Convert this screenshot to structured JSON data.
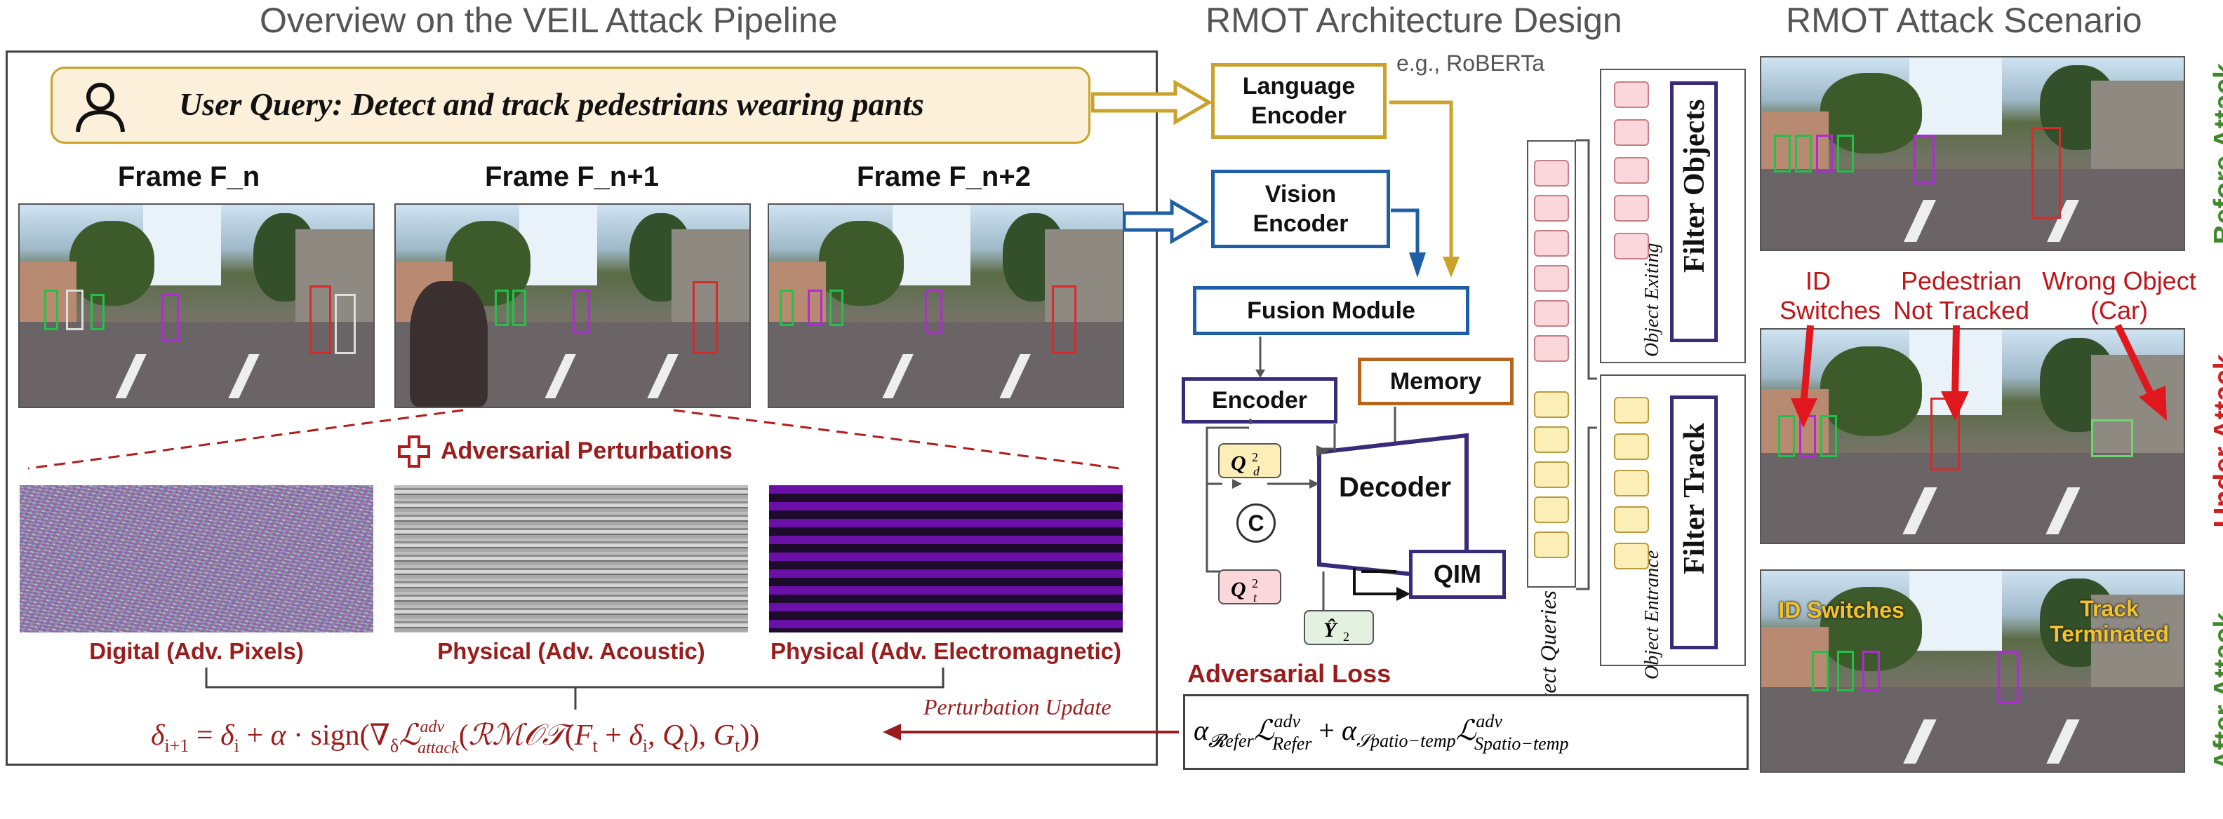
{
  "titles": {
    "overview": "Overview on the VEIL Attack Pipeline",
    "architecture": "RMOT Architecture Design",
    "scenario": "RMOT Attack Scenario"
  },
  "query": {
    "text": "User Query: Detect and track pedestrians wearing pants"
  },
  "frames": [
    {
      "label": "Frame F_n"
    },
    {
      "label": "Frame F_n+1"
    },
    {
      "label": "Frame F_n+2"
    }
  ],
  "perturbation_heading": "Adversarial Perturbations",
  "perturbations": [
    {
      "label": "Digital (Adv. Pixels)"
    },
    {
      "label": "Physical (Adv. Acoustic)"
    },
    {
      "label": "Physical (Adv. Electromagnetic)"
    }
  ],
  "update_label": "Perturbation Update",
  "loss_heading": "Adversarial Loss",
  "architecture": {
    "example_note": "e.g., RoBERTa",
    "language_encoder": "Language Encoder",
    "vision_encoder": "Vision Encoder",
    "fusion_module": "Fusion Module",
    "encoder": "Encoder",
    "memory": "Memory",
    "decoder": "Decoder",
    "qim": "QIM",
    "concat": "C",
    "detect_queries": "Detect Queries",
    "object_exiting": "Object Exiting",
    "object_entrance": "Object Entrance",
    "filter_objects": "Filter Objects",
    "filter_track": "Filter Track"
  },
  "scenario": {
    "before": "Before Attack",
    "under": "Under Attack",
    "after": "After Attack",
    "id_switches": "ID Switches",
    "not_tracked": "Pedestrian Not Tracked",
    "wrong_object": "Wrong Object (Car)",
    "after_id_switches": "ID Switches",
    "track_terminated": "Track Terminated"
  },
  "colors": {
    "gold": "#c9a227",
    "blue": "#1f5fa8",
    "purple": "#3a2a7a",
    "orange": "#b8651b",
    "dark_red": "#9b1c1c",
    "green_label": "#3e8a2a",
    "red_label": "#d01f1f"
  }
}
